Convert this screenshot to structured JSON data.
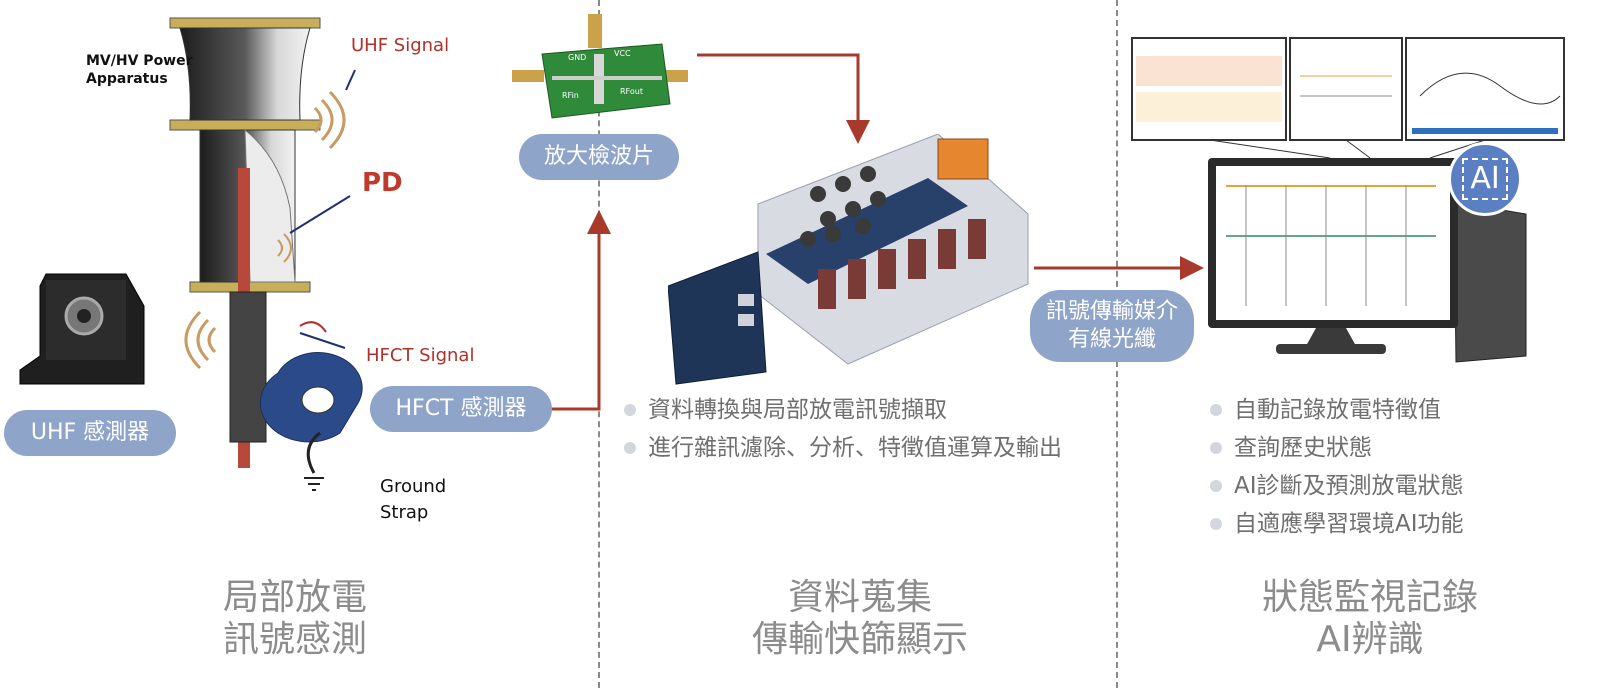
{
  "colors": {
    "arrow": "#a83a2c",
    "pill": "#8ea4c8",
    "text_gray": "#8c8c8c",
    "bullet_text": "#6f6f6f",
    "label_red": "#c0392b"
  },
  "left_panel": {
    "apparatus_label": [
      "MV/HV Power",
      "Apparatus"
    ],
    "uhf_signal": "UHF Signal",
    "pd": "PD",
    "hfct_signal": "HFCT Signal",
    "ground_strap": [
      "Ground",
      "Strap"
    ],
    "uhf_sensor_pill": "UHF 感測器",
    "hfct_sensor_pill": "HFCT 感測器",
    "title": [
      "局部放電",
      "訊號感測"
    ]
  },
  "middle_panel": {
    "amplifier_pill": "放大檢波片",
    "board_labels": {
      "gnd": "GND",
      "vcc": "VCC",
      "rfin": "RFin",
      "rfout": "RFout"
    },
    "bullets": [
      "資料轉換與局部放電訊號擷取",
      "進行雜訊濾除、分析、特徵值運算及輸出"
    ],
    "title": [
      "資料蒐集",
      "傳輸快篩顯示"
    ]
  },
  "right_panel": {
    "transmission_pill": [
      "訊號傳輸媒介",
      "有線光纖"
    ],
    "ai_badge": "AI",
    "bullets": [
      "自動記錄放電特徵值",
      "查詢歷史狀態",
      "AI診斷及預測放電狀態",
      "自適應學習環境AI功能"
    ],
    "title": [
      "狀態監視記錄",
      "AI辨識"
    ]
  }
}
